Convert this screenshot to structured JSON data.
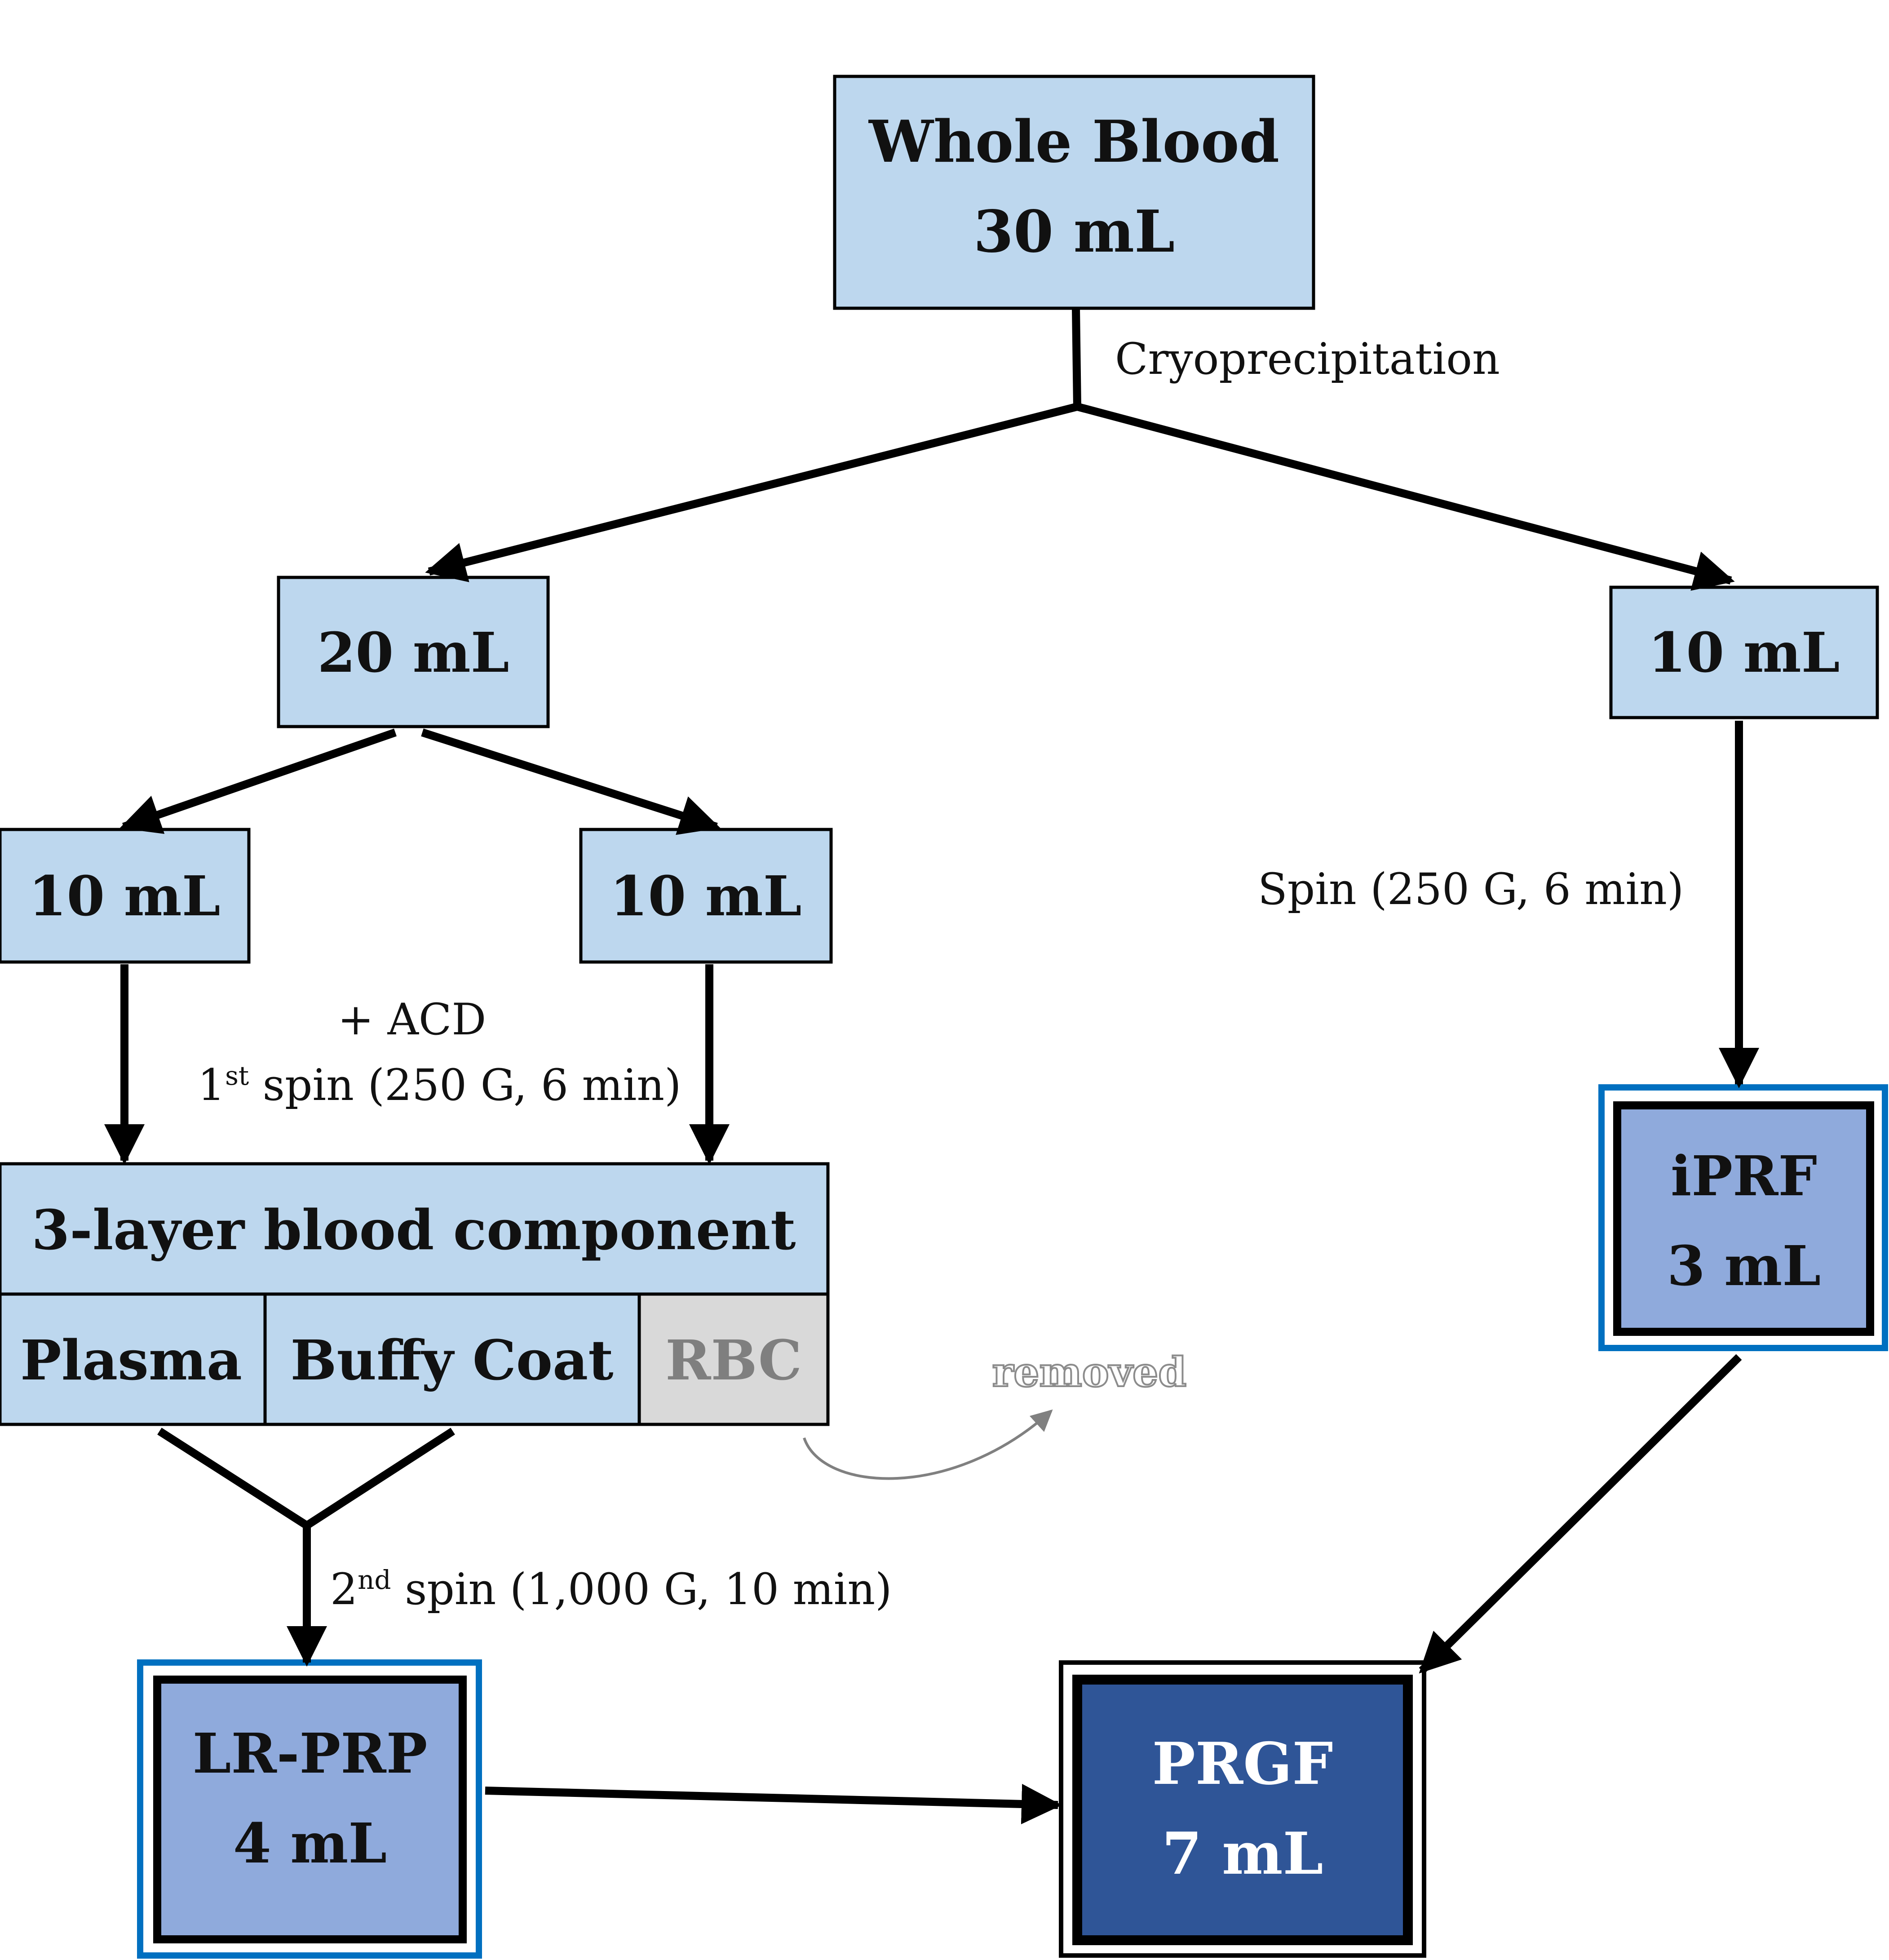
{
  "colors": {
    "light_box": "#bdd7ee",
    "mid_box": "#8faadc",
    "dark_box": "#2f5597",
    "blue_frame": "#0070c0",
    "rbc_box": "#d9d9d9",
    "rbc_text": "#7f7f7f",
    "removed_text": "#8c8c8c",
    "line": "#000000"
  },
  "nodes": {
    "whole_blood": {
      "title": "Whole Blood",
      "volume": "30 mL"
    },
    "split_20": {
      "volume": "20 mL"
    },
    "split_10_right": {
      "volume": "10 mL"
    },
    "split_10_a": {
      "volume": "10 mL"
    },
    "split_10_b": {
      "volume": "10 mL"
    },
    "three_layer": {
      "title": "3-layer blood component"
    },
    "layers": {
      "plasma": "Plasma",
      "buffy_coat": "Buffy Coat",
      "rbc": "RBC"
    },
    "iprf": {
      "title": "iPRF",
      "volume": "3 mL"
    },
    "lr_prp": {
      "title": "LR-PRP",
      "volume": "4 mL"
    },
    "prgf": {
      "title": "PRGF",
      "volume": "7 mL"
    }
  },
  "labels": {
    "cryo": "Cryoprecipitation",
    "spin_right": "Spin (250 G, 6 min)",
    "acd": "+ ACD",
    "first_spin_num": "1",
    "first_spin_sup": "st",
    "first_spin_rest": " spin (250 G, 6 min)",
    "second_spin_num": "2",
    "second_spin_sup": "nd",
    "second_spin_rest": " spin (1,000 G, 10 min)",
    "removed": "removed"
  }
}
